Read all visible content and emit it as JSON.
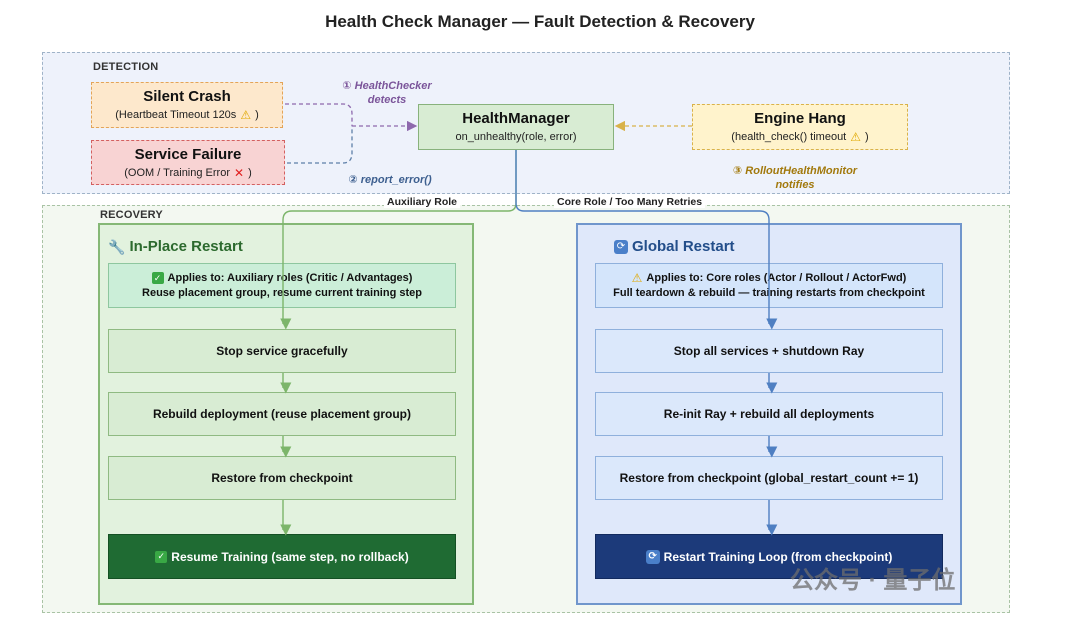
{
  "title": "Health Check Manager — Fault Detection & Recovery",
  "detection": {
    "label": "DETECTION",
    "silent_crash": {
      "title": "Silent Crash",
      "sub": "(Heartbeat Timeout 120s"
    },
    "service_failure": {
      "title": "Service Failure",
      "sub": "(OOM / Training Error"
    },
    "health_manager": {
      "title": "HealthManager",
      "sub": "on_unhealthy(role, error)"
    },
    "engine_hang": {
      "title": "Engine Hang",
      "sub": "(health_check() timeout"
    },
    "note_checker": {
      "line1": "① HealthChecker",
      "line2": "detects"
    },
    "note_report": "② report_error()",
    "note_monitor": {
      "line1": "③ RolloutHealthMonitor",
      "line2": "notifies"
    }
  },
  "recovery": {
    "label": "RECOVERY",
    "branch_aux": "Auxiliary Role",
    "branch_core": "Core Role / Too Many Retries",
    "inplace": {
      "title": "In-Place Restart",
      "info1": "Applies to: Auxiliary roles (Critic / Advantages)",
      "info2": "Reuse placement group, resume current training step",
      "steps": [
        "Stop service gracefully",
        "Rebuild deployment (reuse placement group)",
        "Restore from checkpoint"
      ],
      "final": "Resume Training (same step, no rollback)"
    },
    "global": {
      "title": "Global Restart",
      "info1": "Applies to: Core roles (Actor / Rollout / ActorFwd)",
      "info2": "Full teardown & rebuild — training restarts from checkpoint",
      "steps": [
        "Stop all services + shutdown Ray",
        "Re-init Ray + rebuild all deployments",
        "Restore from checkpoint (global_restart_count += 1)"
      ],
      "final": "Restart Training Loop (from checkpoint)"
    }
  },
  "watermark": "公众号 · 量子位",
  "colors": {
    "aux_line": "#7cb56a",
    "core_line": "#4f7fc2",
    "detect_purple": "#8e69ad",
    "detect_gold": "#d8b24a"
  },
  "icons": {
    "warning": "warning-icon",
    "error": "cross-icon",
    "check": "check-icon",
    "wrench": "wrench-icon",
    "cycle": "refresh-icon"
  }
}
